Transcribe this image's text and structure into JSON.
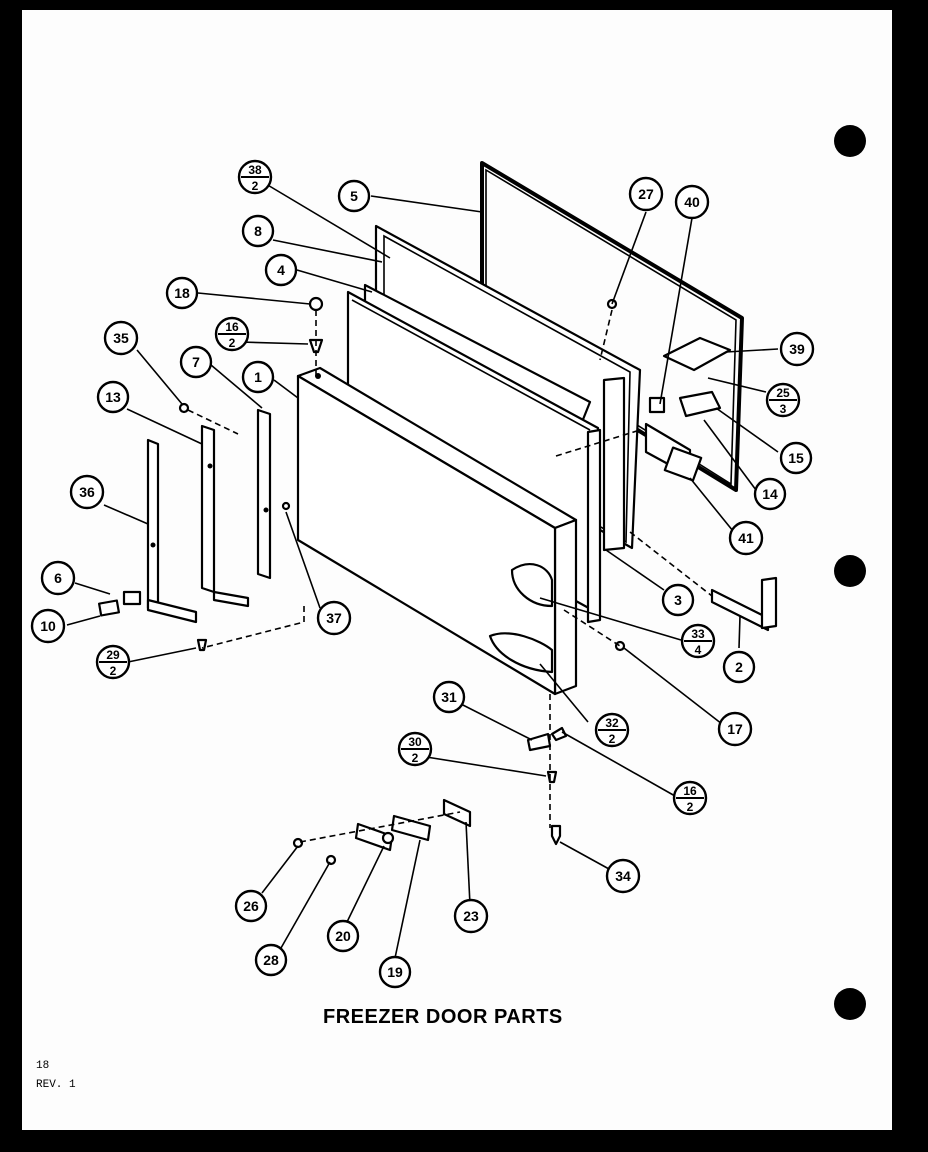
{
  "title": "FREEZER DOOR PARTS",
  "footer": {
    "page": "18",
    "revision": "REV. 1"
  },
  "callouts": [
    {
      "id": "c1",
      "label": "1"
    },
    {
      "id": "c2",
      "label": "2"
    },
    {
      "id": "c3",
      "label": "3"
    },
    {
      "id": "c4",
      "label": "4"
    },
    {
      "id": "c5",
      "label": "5"
    },
    {
      "id": "c6",
      "label": "6"
    },
    {
      "id": "c7",
      "label": "7"
    },
    {
      "id": "c8",
      "label": "8"
    },
    {
      "id": "c10",
      "label": "10"
    },
    {
      "id": "c13",
      "label": "13"
    },
    {
      "id": "c14",
      "label": "14"
    },
    {
      "id": "c15",
      "label": "15"
    },
    {
      "id": "c17",
      "label": "17"
    },
    {
      "id": "c18",
      "label": "18"
    },
    {
      "id": "c19",
      "label": "19"
    },
    {
      "id": "c20",
      "label": "20"
    },
    {
      "id": "c23",
      "label": "23"
    },
    {
      "id": "c26",
      "label": "26"
    },
    {
      "id": "c27",
      "label": "27"
    },
    {
      "id": "c28",
      "label": "28"
    },
    {
      "id": "c31",
      "label": "31"
    },
    {
      "id": "c34",
      "label": "34"
    },
    {
      "id": "c35",
      "label": "35"
    },
    {
      "id": "c36",
      "label": "36"
    },
    {
      "id": "c37",
      "label": "37"
    },
    {
      "id": "c39",
      "label": "39"
    },
    {
      "id": "c40",
      "label": "40"
    },
    {
      "id": "c41",
      "label": "41"
    }
  ],
  "fraction_callouts": [
    {
      "id": "f38",
      "num": "38",
      "den": "2"
    },
    {
      "id": "f16a",
      "num": "16",
      "den": "2"
    },
    {
      "id": "f25",
      "num": "25",
      "den": "3"
    },
    {
      "id": "f33",
      "num": "33",
      "den": "4"
    },
    {
      "id": "f29",
      "num": "29",
      "den": "2"
    },
    {
      "id": "f32",
      "num": "32",
      "den": "2"
    },
    {
      "id": "f30",
      "num": "30",
      "den": "2"
    },
    {
      "id": "f16b",
      "num": "16",
      "den": "2"
    }
  ]
}
